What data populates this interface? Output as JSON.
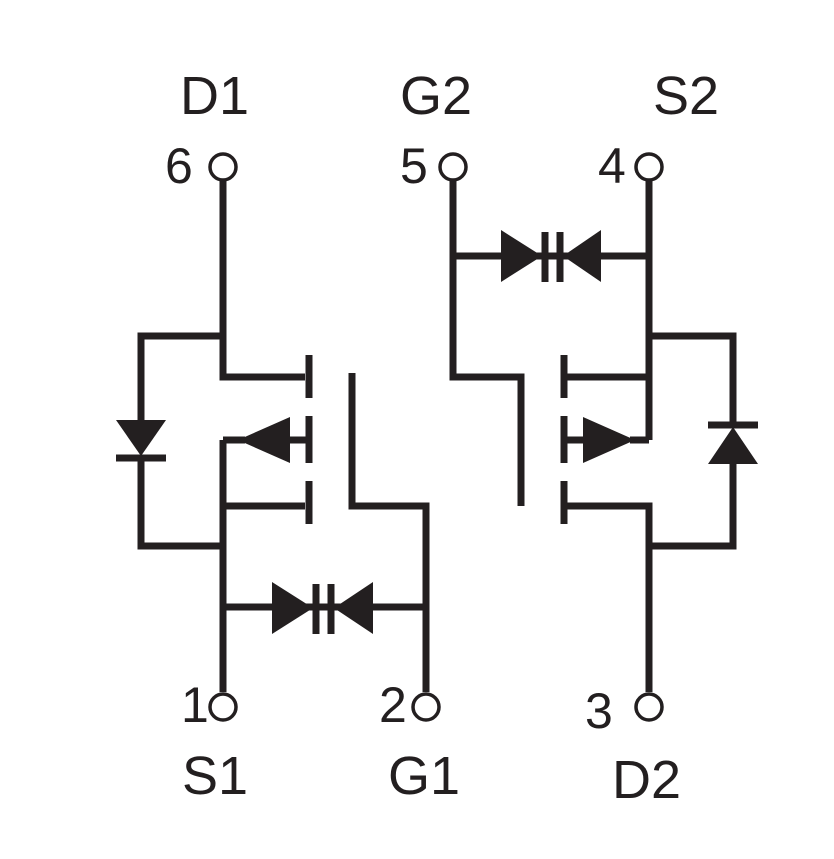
{
  "pins": {
    "d1": {
      "name": "D1",
      "number": "6"
    },
    "g2": {
      "name": "G2",
      "number": "5"
    },
    "s2": {
      "name": "S2",
      "number": "4"
    },
    "s1": {
      "name": "S1",
      "number": "1"
    },
    "g1": {
      "name": "G1",
      "number": "2"
    },
    "d2": {
      "name": "D2",
      "number": "3"
    }
  },
  "colors": {
    "ink": "#231f20",
    "background": "#ffffff"
  }
}
